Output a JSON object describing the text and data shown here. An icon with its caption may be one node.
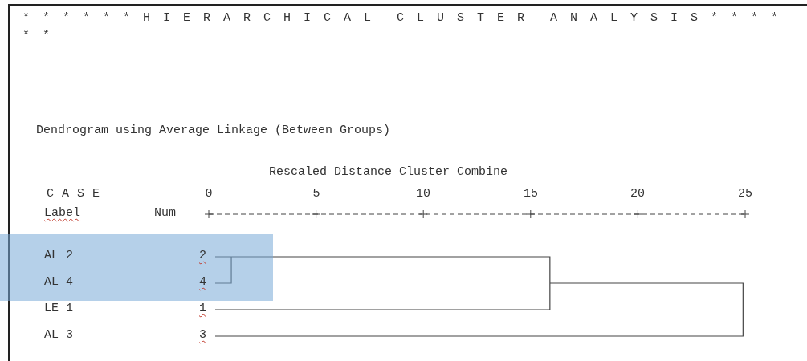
{
  "diagram": {
    "title": "* * * * * * H I E R A R C H I C A L  C L U S T E R  A N A L Y S I S * * * * * *",
    "labels": [
      "Dendrogram using Average Linkage (Between Groups)",
      "Rescaled Distance Cluster Combine",
      "CASE",
      "0",
      "5",
      "10",
      "15",
      "20",
      "25",
      "Label",
      "Num",
      "AL 2",
      "2",
      "AL 4",
      "4",
      "LE 1",
      "1",
      "AL 3",
      "3"
    ]
  }
}
